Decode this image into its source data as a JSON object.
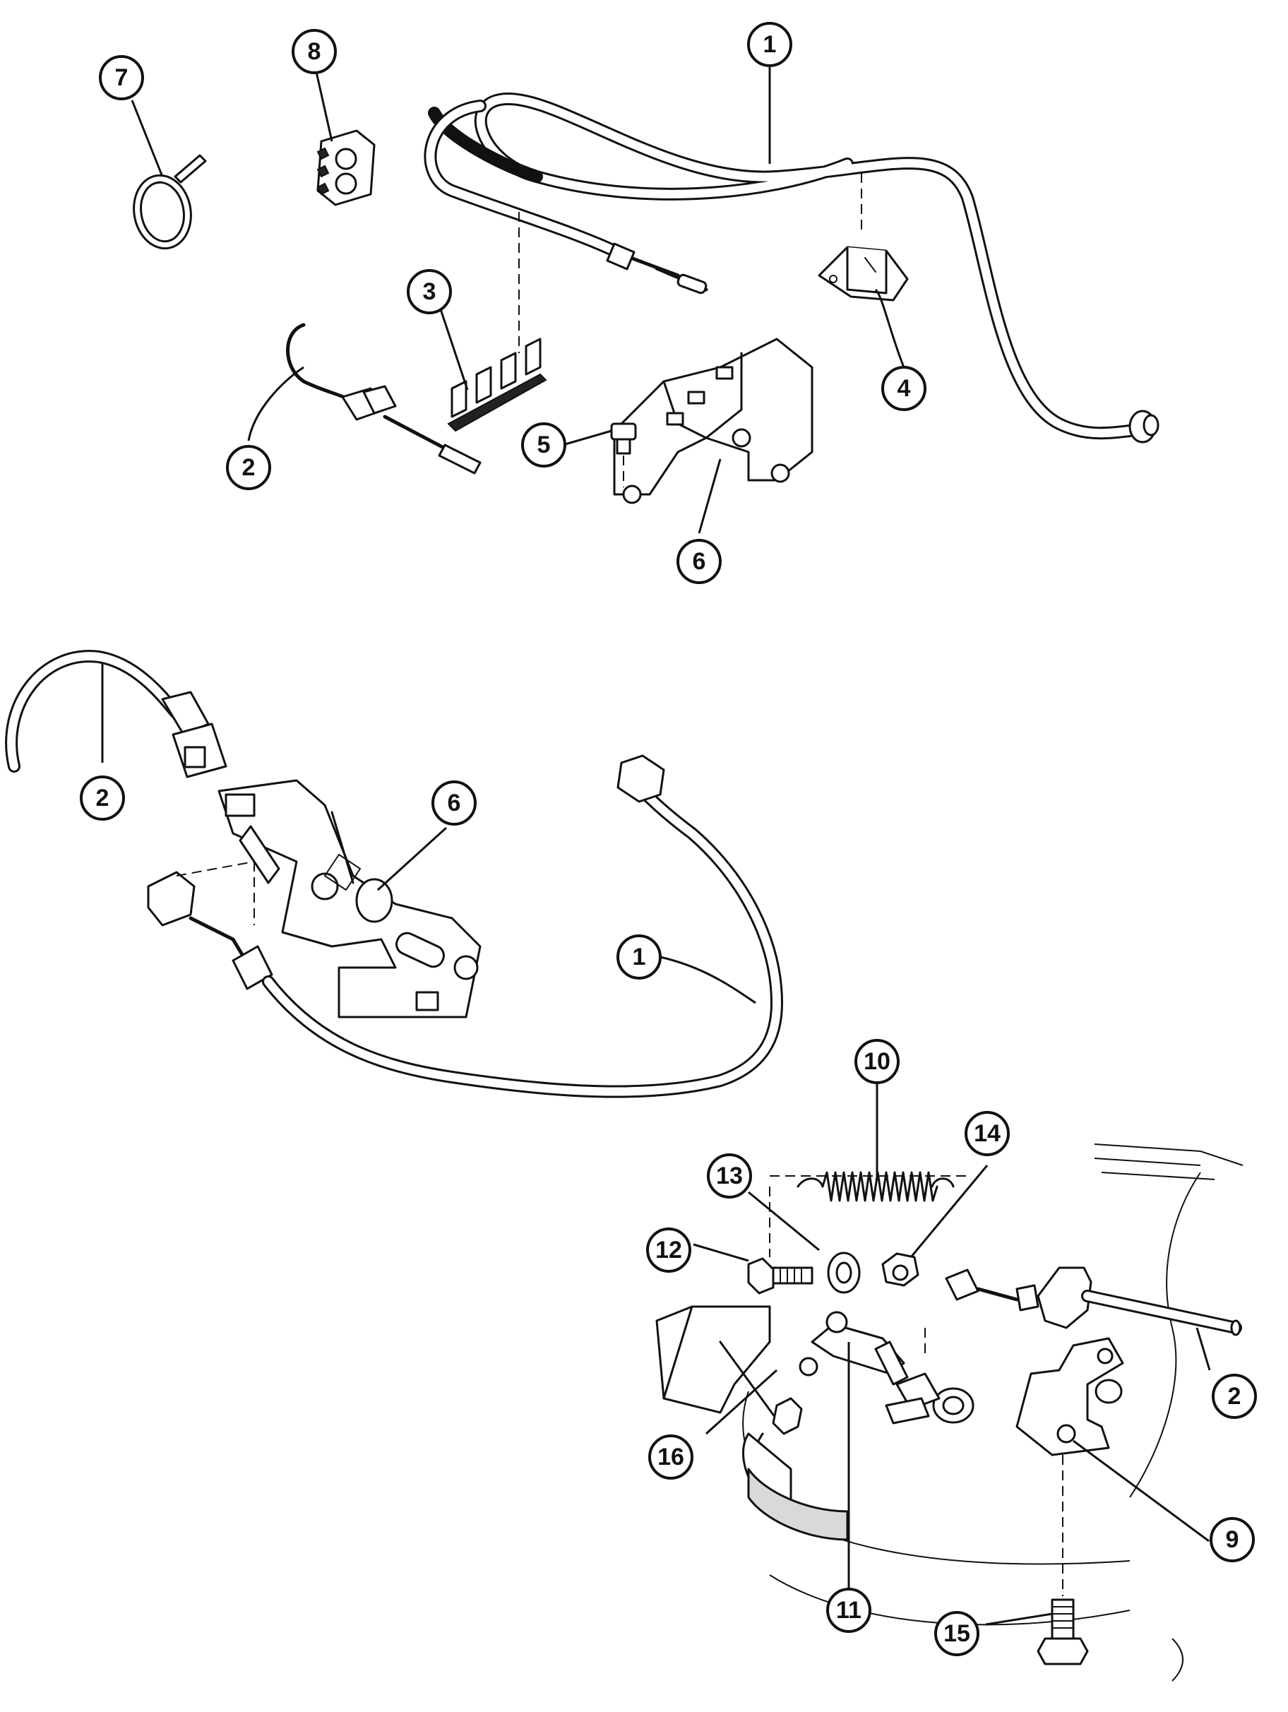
{
  "callouts": {
    "c1a": "1",
    "c2a": "2",
    "c3": "3",
    "c4": "4",
    "c5": "5",
    "c6a": "6",
    "c7": "7",
    "c8": "8",
    "c2b": "2",
    "c6b": "6",
    "c1b": "1",
    "c10": "10",
    "c13": "13",
    "c14": "14",
    "c12": "12",
    "c2c": "2",
    "c16": "16",
    "c9": "9",
    "c11": "11",
    "c15": "15"
  },
  "parts": [
    {
      "id": "1",
      "name": "cable"
    },
    {
      "id": "2",
      "name": "cable"
    },
    {
      "id": "3",
      "name": "clip"
    },
    {
      "id": "4",
      "name": "bracket"
    },
    {
      "id": "5",
      "name": "bolt"
    },
    {
      "id": "6",
      "name": "bracket"
    },
    {
      "id": "7",
      "name": "tie strap"
    },
    {
      "id": "8",
      "name": "clip"
    },
    {
      "id": "9",
      "name": "bracket"
    },
    {
      "id": "10",
      "name": "spring"
    },
    {
      "id": "11",
      "name": "lever"
    },
    {
      "id": "12",
      "name": "bolt"
    },
    {
      "id": "13",
      "name": "washer"
    },
    {
      "id": "14",
      "name": "nut"
    },
    {
      "id": "15",
      "name": "bolt"
    },
    {
      "id": "16",
      "name": "bracket"
    }
  ]
}
